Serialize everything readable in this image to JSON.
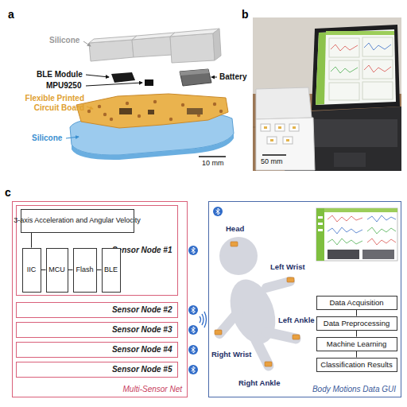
{
  "diagram": {
    "nodes": [
      {
        "text": [
          "Multi-Sensor Net"
        ]
      },
      {
        "text": [
          "Sensor Node #1"
        ],
        "in": 0
      },
      {
        "text": [
          "3-axis Acceleration and Angular Velocity"
        ],
        "in": 1
      },
      {
        "text": [
          "IIC"
        ],
        "in": 1
      },
      {
        "text": [
          "MCU"
        ],
        "in": 1
      },
      {
        "text": [
          "Flash"
        ],
        "in": 1
      },
      {
        "text": [
          "BLE"
        ],
        "in": 1
      },
      {
        "text": [
          "Sensor Node #2"
        ],
        "in": 0
      },
      {
        "text": [
          "Sensor Node #3"
        ],
        "in": 0
      },
      {
        "text": [
          "Sensor Node #4"
        ],
        "in": 0
      },
      {
        "text": [
          "Sensor Node #5"
        ],
        "in": 0
      },
      {
        "text": [
          "Body Motions Data GUI"
        ]
      },
      {
        "text": [
          "Data Acquisition"
        ],
        "in": 11
      },
      {
        "text": [
          "Data Preprocessing"
        ],
        "in": 11
      },
      {
        "text": [
          "Machine Learning"
        ],
        "in": 11
      },
      {
        "text": [
          "Classification Results"
        ],
        "in": 11
      }
    ],
    "edges": [
      {
        "from": 2,
        "to": 3,
        "arrow": "none"
      },
      {
        "from": 3,
        "to": 4,
        "arrow": "none"
      },
      {
        "from": 4,
        "to": 5,
        "arrow": "none"
      },
      {
        "from": 5,
        "to": 6,
        "arrow": "none"
      },
      {
        "from": 12,
        "to": 13,
        "arrow": "none"
      },
      {
        "from": 13,
        "to": 14,
        "arrow": "none"
      },
      {
        "from": 14,
        "to": 15,
        "arrow": "none"
      }
    ],
    "labels": [
      "a",
      "Silicone",
      "BLE Module",
      "MPU9250",
      "Flexible Printed Circuit Board",
      "Battery",
      "Silicone",
      "10 mm",
      "b",
      "50 mm",
      "c",
      "Head",
      "Left Wrist",
      "Left Ankle",
      "Right Wrist",
      "Right Ankle"
    ]
  }
}
